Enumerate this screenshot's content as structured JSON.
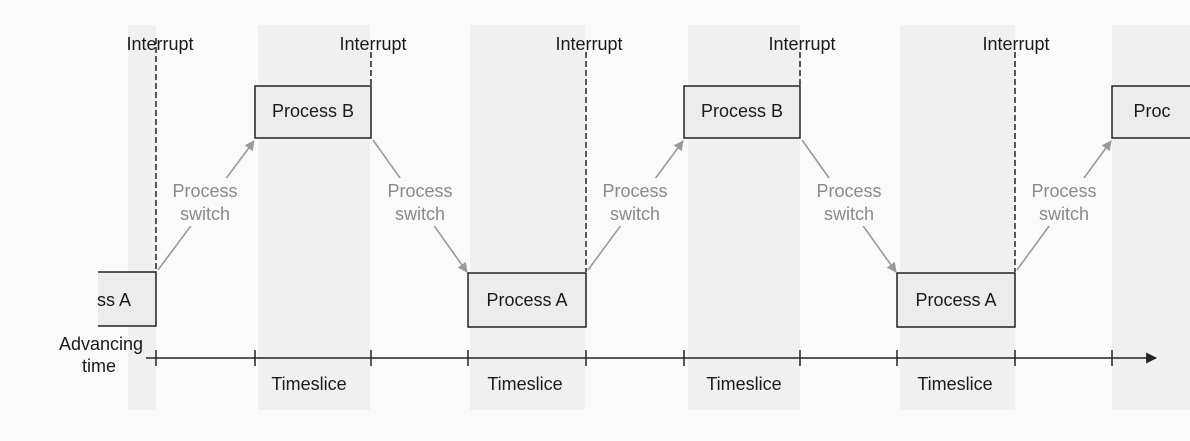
{
  "diagram": {
    "axis_label_line1": "Advancing",
    "axis_label_line2": "time",
    "interrupt_label": "Interrupt",
    "switch_label_line1": "Process",
    "switch_label_line2": "switch",
    "timeslice_label": "Timeslice",
    "boxes": [
      "ss A",
      "Process B",
      "Process A",
      "Process B",
      "Process A",
      "Proc"
    ],
    "colors": {
      "line": "#333333",
      "box_fill": "#ececec",
      "switch_text": "#8a8a8a",
      "arrow": "#9a9a9a",
      "background": "#fafafa"
    }
  }
}
